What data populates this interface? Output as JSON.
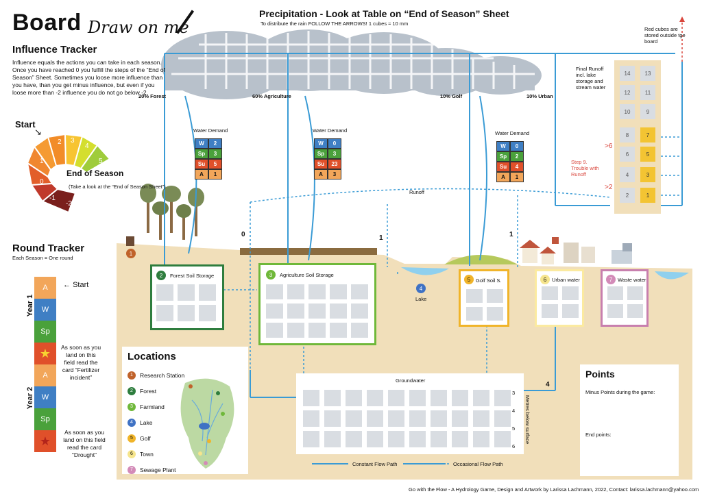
{
  "title": {
    "board": "Board",
    "draw": "Draw on me"
  },
  "precip": {
    "title": "Precipitation - Look at Table on “End of Season” Sheet",
    "subtitle": "To distribute the rain FOLLOW THE ARROWS!  1 cubes ≈ 10 mm"
  },
  "influence": {
    "title": "Influence Tracker",
    "text": "Influence equals the actions you can take in each season. Once you have reached 0 you fulfill the steps of the “End of Season” Sheet. Sometimes you loose more influence than you have, than you get minus influence, but even if you loose more than -2 influence you do not go below -2.",
    "start": "Start",
    "end": "End of Season",
    "end_note": "(Take a look at the “End of Season Sheet”)",
    "values": [
      "2",
      "3",
      "4",
      "5",
      "1",
      "0",
      "-1",
      "-2"
    ]
  },
  "round": {
    "title": "Round Tracker",
    "subtitle": "Each Season = One round",
    "start": "Start",
    "year1": "Year 1",
    "year2": "Year 2",
    "cells": [
      "A",
      "W",
      "Sp",
      "",
      "A",
      "W",
      "Sp",
      ""
    ],
    "note1": "As soon as you land on this field read the card “Fertilizer incident”",
    "note2": "As soon as you land on this field read the card “Drought”"
  },
  "shares": {
    "forest": "20% Forest",
    "agri": "60% Agriculture",
    "golf": "10% Golf",
    "urban": "10% Urban"
  },
  "water_demand": {
    "label": "Water Demand",
    "forest": [
      [
        "W",
        "2"
      ],
      [
        "Sp",
        "3"
      ],
      [
        "Su",
        "5"
      ],
      [
        "A",
        "1"
      ]
    ],
    "agri": [
      [
        "W",
        "0"
      ],
      [
        "Sp",
        "3"
      ],
      [
        "Su",
        "23"
      ],
      [
        "A",
        "3"
      ]
    ],
    "golf": [
      [
        "W",
        "0"
      ],
      [
        "Sp",
        "2"
      ],
      [
        "Su",
        "4"
      ],
      [
        "A",
        "1"
      ]
    ]
  },
  "runoff": {
    "label": "Runoff",
    "final": "Final Runoff incl. lake storage and stream water",
    "red": "Red cubes are stored outside tge board",
    "trouble": "Step 9. Trouble with Runoff",
    "gt6": ">6",
    "gt2": ">2",
    "cells": [
      "14",
      "13",
      "12",
      "11",
      "10",
      "9",
      "8",
      "7",
      "6",
      "5",
      "4",
      "3",
      "2",
      "1"
    ]
  },
  "storage": {
    "forest": {
      "num": "2",
      "label": "Forest Soil Storage"
    },
    "agri": {
      "num": "3",
      "label": "Agriculture Soil Storage"
    },
    "lake": {
      "num": "4",
      "label": "Lake"
    },
    "golf": {
      "num": "5",
      "label": "Golf Soil S."
    },
    "urban": {
      "num": "6",
      "label": "Urban water"
    },
    "waste": {
      "num": "7",
      "label": "Waste water"
    },
    "research": {
      "num": "1"
    }
  },
  "marks": {
    "zero": "0",
    "one_a": "1",
    "one_b": "1",
    "four": "4"
  },
  "groundwater": {
    "label": "Groundwater",
    "depth_label": "Metres below surface",
    "depths": [
      "3",
      "4",
      "5",
      "6"
    ]
  },
  "legend": {
    "constant": "Constant Flow Path",
    "occasional": "Occasional Flow Path"
  },
  "locations": {
    "title": "Locations",
    "items": [
      {
        "num": "1",
        "name": "Research Station",
        "color": "#c0622a"
      },
      {
        "num": "2",
        "name": "Forest",
        "color": "#2e7d3e"
      },
      {
        "num": "3",
        "name": "Farmland",
        "color": "#6fb83a"
      },
      {
        "num": "4",
        "name": "Lake",
        "color": "#3f72c4"
      },
      {
        "num": "5",
        "name": "Golf",
        "color": "#f0b429"
      },
      {
        "num": "6",
        "name": "Town",
        "color": "#f6e58d"
      },
      {
        "num": "7",
        "name": "Sewage Plant",
        "color": "#d38bb8"
      }
    ]
  },
  "points": {
    "title": "Points",
    "minus": "Minus Points during the game:",
    "end": "End points:"
  },
  "footer": "Go with the Flow - A Hydrology Game, Design and Artwork by Larissa Lachmann, 2022, Contact: larissa.lachmann@yahoo.com",
  "colors": {
    "sand": "#f1dfba",
    "forest": "#2e7d3e",
    "agri": "#6fb83a",
    "golf": "#f0b429",
    "urban": "#fbeaa0",
    "waste": "#c87fae",
    "flow": "#3a9bd5"
  }
}
